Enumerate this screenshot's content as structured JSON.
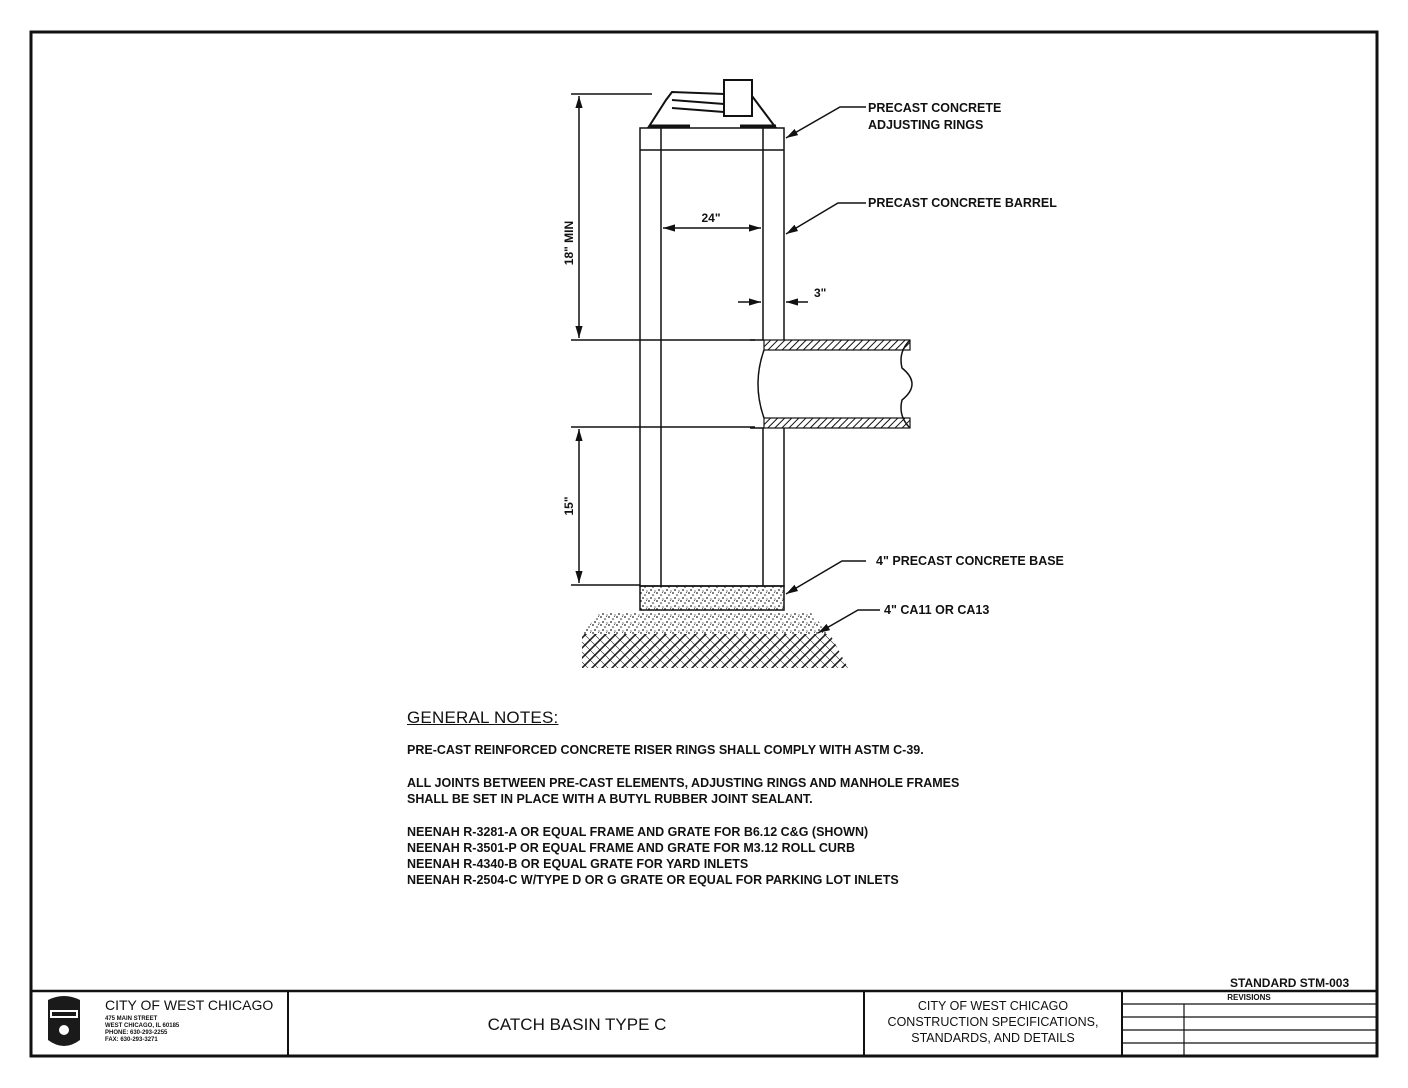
{
  "labels": {
    "adjusting_rings_1": "PRECAST CONCRETE",
    "adjusting_rings_2": "ADJUSTING RINGS",
    "barrel": "PRECAST CONCRETE BARREL",
    "base": "4\" PRECAST CONCRETE BASE",
    "bedding": "4\" CA11 OR CA13"
  },
  "dimensions": {
    "height_min": "18\" MIN",
    "inner_width": "24\"",
    "wall": "3\"",
    "depth": "15\""
  },
  "notes": {
    "heading": "GENERAL NOTES:",
    "items": [
      "PRE-CAST REINFORCED CONCRETE RISER RINGS SHALL COMPLY WITH ASTM C-39.",
      "ALL JOINTS BETWEEN PRE-CAST ELEMENTS, ADJUSTING RINGS AND MANHOLE FRAMES\nSHALL BE SET IN PLACE WITH A BUTYL RUBBER JOINT SEALANT.",
      "NEENAH R-3281-A OR EQUAL FRAME AND GRATE FOR B6.12 C&G (SHOWN)\nNEENAH R-3501-P OR EQUAL FRAME AND GRATE FOR M3.12 ROLL CURB\nNEENAH R-4340-B OR EQUAL GRATE FOR YARD INLETS\nNEENAH R-2504-C W/TYPE D OR G GRATE OR EQUAL FOR PARKING LOT INLETS"
    ]
  },
  "title_block": {
    "standard": "STANDARD STM-003",
    "city": "CITY OF WEST CHICAGO",
    "address": "475 MAIN STREET\nWEST CHICAGO, IL 60185\nPHONE: 630-293-2255\nFAX: 630-293-3271",
    "drawing_title": "CATCH BASIN TYPE C",
    "spec": "CITY OF WEST CHICAGO\nCONSTRUCTION SPECIFICATIONS,\nSTANDARDS, AND DETAILS",
    "revisions": "REVISIONS"
  },
  "colors": {
    "ink": "#111111",
    "paper": "#ffffff"
  }
}
